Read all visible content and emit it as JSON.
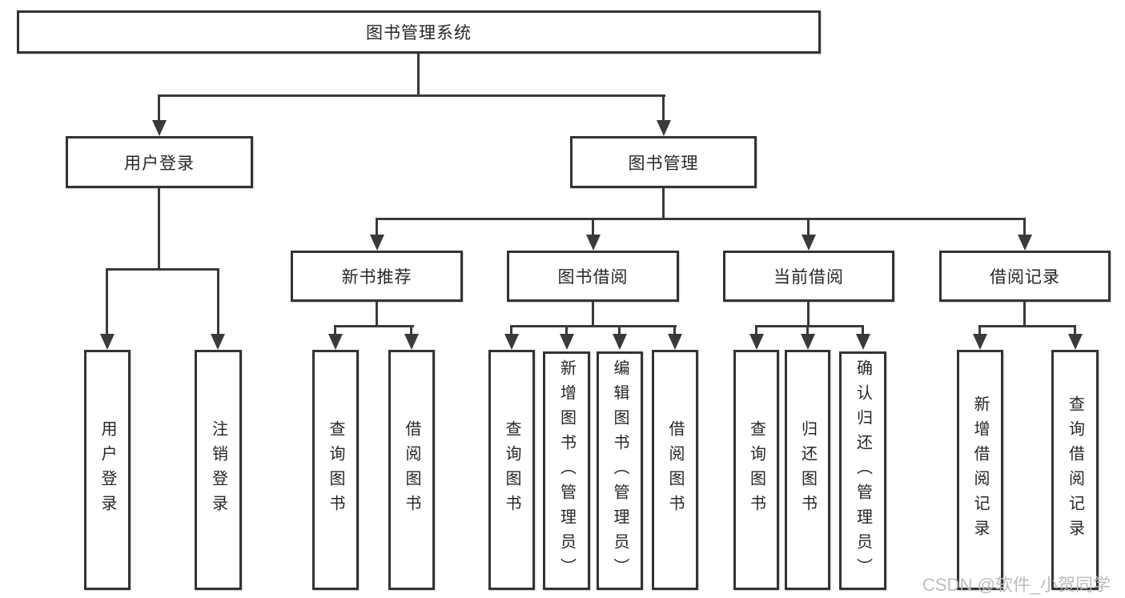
{
  "tree": {
    "root": "图书管理系统",
    "branches": {
      "user": "用户登录",
      "book": "图书管理"
    },
    "modules": [
      "新书推荐",
      "图书借阅",
      "当前借阅",
      "借阅记录"
    ],
    "leaves": {
      "user": [
        "用户登录",
        "注销登录"
      ],
      "recommend": [
        "查询图书",
        "借阅图书"
      ],
      "borrow": [
        "查询图书",
        "新增图书（管理员）",
        "编辑图书（管理员）",
        "借阅图书"
      ],
      "current": [
        "查询图书",
        "归还图书",
        "确认归还（管理员）"
      ],
      "records": [
        "新增借阅记录",
        "查询借阅记录"
      ]
    }
  },
  "watermark": "CSDN @软件_小贺同学",
  "colors": {
    "line": "#3a3a3a",
    "text": "#262626",
    "watermark": "#b9b9b9",
    "background": "#ffffff"
  }
}
